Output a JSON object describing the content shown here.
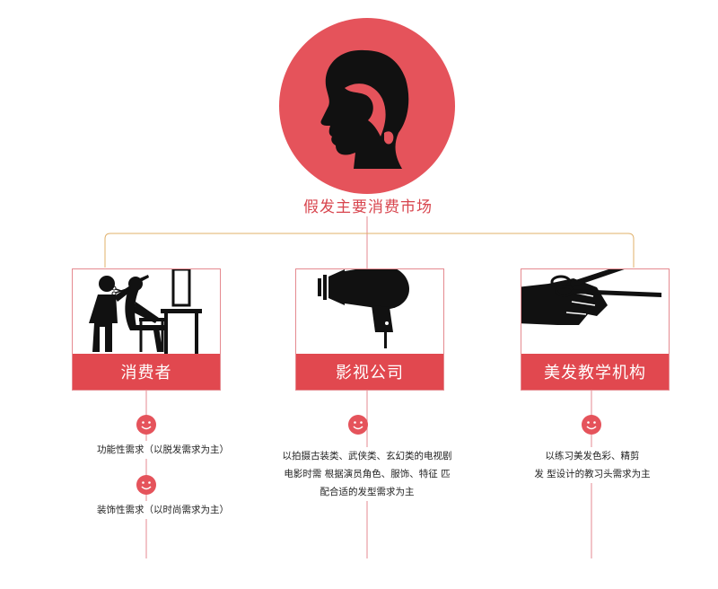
{
  "main": {
    "title": "假发主要消费市场",
    "icon": "woman-head-profile-icon",
    "accent_color": "#e5535b"
  },
  "categories": [
    {
      "label": "消费者",
      "icon": "hairdresser-client-icon",
      "notes": [
        "功能性需求（以脱发需求为主）",
        "装饰性需求（以时尚需求为主）"
      ]
    },
    {
      "label": "影视公司",
      "icon": "hair-dryer-icon",
      "notes": [
        "以拍摄古装类、武侠类、玄幻类的电视剧",
        "电影时需 根据演员角色、服饰、特征 匹",
        "配合适的发型需求为主"
      ]
    },
    {
      "label": "美发教学机构",
      "icon": "hand-scissors-icon",
      "notes": [
        "以练习美发色彩、精剪",
        "发 型设计的教习头需求为主"
      ]
    }
  ],
  "marker_icon": "smiley-face-icon"
}
